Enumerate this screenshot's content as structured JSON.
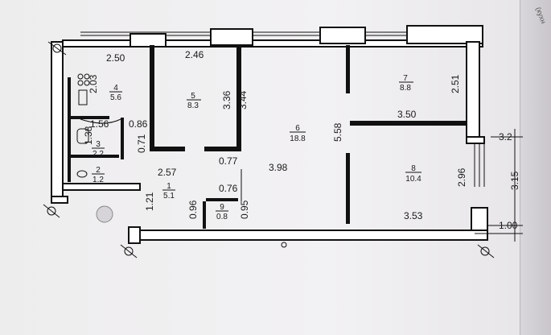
{
  "dims": {
    "top_left": "2.50",
    "top_mid": "2.46",
    "bath_h": "2.03",
    "r5_a": "3.36",
    "r5_b": "3.44",
    "r6_h": "5.58",
    "r7_h": "2.51",
    "r7_w": "3.50",
    "kitchen_w": "1.56",
    "k_a": "0.86",
    "k_b": "1.38",
    "k_c": "0.71",
    "hall_w": "2.57",
    "hall_a": "0.77",
    "hall_b": "0.76",
    "r6_w": "3.98",
    "balc_a": "3.2",
    "balc_h": "2.96",
    "balc_b": "3.15",
    "left_h": "1.21",
    "store_a": "0.96",
    "store_b": "0.95",
    "r8_w": "3.53",
    "balc_c": "1.00"
  },
  "rooms": [
    {
      "num": "4",
      "area": "5.6"
    },
    {
      "num": "5",
      "area": "8.3"
    },
    {
      "num": "6",
      "area": "18.8"
    },
    {
      "num": "7",
      "area": "8.8"
    },
    {
      "num": "8",
      "area": "10.4"
    },
    {
      "num": "3",
      "area": "2.2"
    },
    {
      "num": "2",
      "area": "1.2"
    },
    {
      "num": "1",
      "area": "5.1"
    },
    {
      "num": "9",
      "area": "0.8"
    }
  ],
  "edge_label": "(кухн"
}
